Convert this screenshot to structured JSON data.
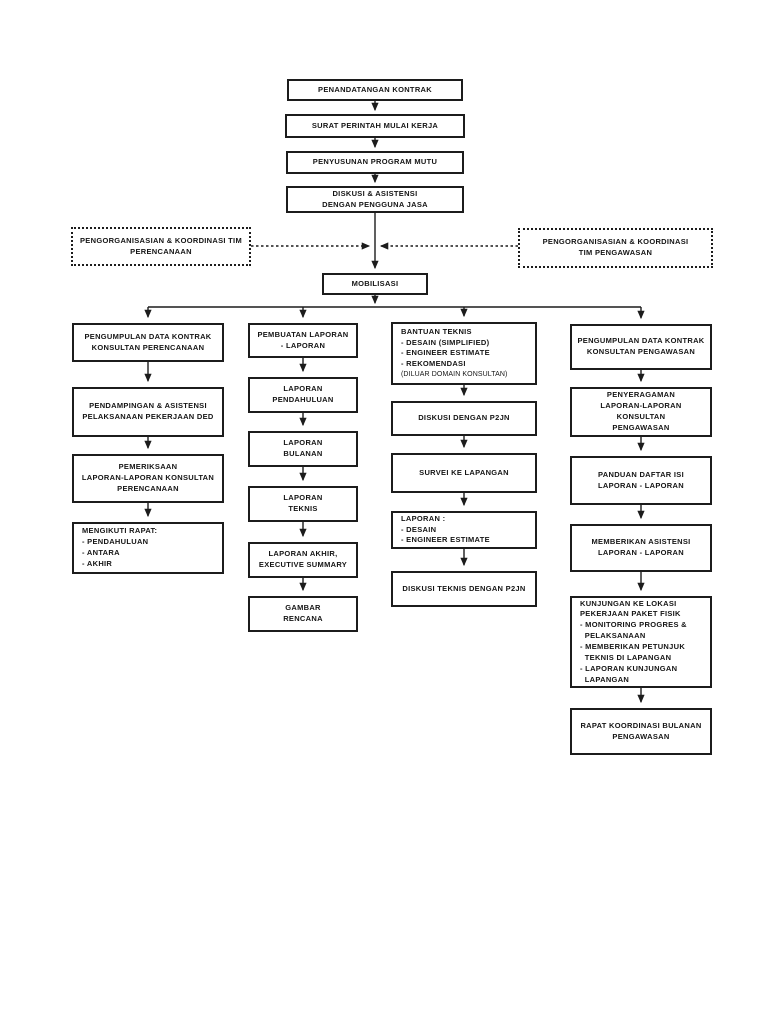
{
  "colors": {
    "ink": "#1c1c1c",
    "background": "#ffffff"
  },
  "nodes": {
    "contract_signing": {
      "label": "PENANDATANGAN KONTRAK"
    },
    "work_order": {
      "label": "SURAT PERINTAH MULAI KERJA"
    },
    "quality_program": {
      "label": "PENYUSUNAN PROGRAM MUTU"
    },
    "discussion": {
      "label": "DISKUSI & ASISTENSI\nDENGAN PENGGUNA JASA"
    },
    "org_planning": {
      "label": "PENGORGANISASIAN & KOORDINASI TIM\nPERENCANAAN"
    },
    "org_supervision": {
      "label": "PENGORGANISASIAN & KOORDINASI\nTIM PENGAWASAN"
    },
    "mobilization": {
      "label": "MOBILISASI"
    },
    "planning_col": {
      "data_contract": {
        "label": "PENGUMPULAN DATA KONTRAK\nKONSULTAN PERENCANAAN"
      },
      "assist_ded": {
        "label": "PENDAMPINGAN & ASISTENSI\nPELAKSANAAN PEKERJAAN DED"
      },
      "check_reports": {
        "label": "PEMERIKSAAN\nLAPORAN-LAPORAN KONSULTAN\nPERENCANAAN"
      },
      "meetings": {
        "label": "MENGIKUTI RAPAT:\n- PENDAHULUAN\n- ANTARA\n- AKHIR"
      }
    },
    "reports_col": {
      "making_reports": {
        "label": "PEMBUATAN LAPORAN\n- LAPORAN"
      },
      "preliminary": {
        "label": "LAPORAN\nPENDAHULUAN"
      },
      "monthly": {
        "label": "LAPORAN\nBULANAN"
      },
      "technical": {
        "label": "LAPORAN\nTEKNIS"
      },
      "final": {
        "label": "LAPORAN AKHIR,\nEXECUTIVE SUMMARY"
      },
      "drawings": {
        "label": "GAMBAR\nRENCANA"
      }
    },
    "technical_col": {
      "assistance": {
        "label": "BANTUAN TEKNIS\n- DESAIN (SIMPLIFIED)\n- ENGINEER ESTIMATE\n- REKOMENDASI",
        "note": "(DILUAR DOMAIN KONSULTAN)"
      },
      "discussion_p2jn": {
        "label": "DISKUSI DENGAN P2JN"
      },
      "survey": {
        "label": "SURVEI KE LAPANGAN"
      },
      "reports": {
        "label": "LAPORAN :\n- DESAIN\n- ENGINEER ESTIMATE"
      },
      "tech_discussion": {
        "label": "DISKUSI TEKNIS DENGAN P2JN"
      }
    },
    "supervision_col": {
      "data_contract": {
        "label": "PENGUMPULAN DATA KONTRAK\nKONSULTAN PENGAWASAN"
      },
      "standardization": {
        "label": "PENYERAGAMAN\nLAPORAN-LAPORAN KONSULTAN\nPENGAWASAN"
      },
      "toc_guide": {
        "label": "PANDUAN DAFTAR ISI\nLAPORAN - LAPORAN"
      },
      "report_assist": {
        "label": "MEMBERIKAN ASISTENSI\nLAPORAN - LAPORAN"
      },
      "site_visits": {
        "label": "KUNJUNGAN KE LOKASI\nPEKERJAAN PAKET FISIK\n- MONITORING PROGRES &\n  PELAKSANAAN\n- MEMBERIKAN PETUNJUK\n  TEKNIS DI LAPANGAN\n- LAPORAN KUNJUNGAN\n  LAPANGAN"
      },
      "monthly_meeting": {
        "label": "RAPAT KOORDINASI BULANAN\nPENGAWASAN"
      }
    }
  },
  "edges": [
    [
      "contract_signing",
      "work_order"
    ],
    [
      "work_order",
      "quality_program"
    ],
    [
      "quality_program",
      "discussion"
    ],
    [
      "discussion",
      "mobilization"
    ],
    [
      "org_planning",
      "main flow (dashed)"
    ],
    [
      "org_supervision",
      "main flow (dashed)"
    ],
    [
      "mobilization",
      "planning_col.data_contract"
    ],
    [
      "mobilization",
      "reports_col.making_reports"
    ],
    [
      "mobilization",
      "technical_col.assistance"
    ],
    [
      "mobilization",
      "supervision_col.data_contract"
    ],
    [
      "planning_col.data_contract",
      "planning_col.assist_ded"
    ],
    [
      "planning_col.assist_ded",
      "planning_col.check_reports"
    ],
    [
      "planning_col.check_reports",
      "planning_col.meetings"
    ],
    [
      "reports_col.making_reports",
      "reports_col.preliminary"
    ],
    [
      "reports_col.preliminary",
      "reports_col.monthly"
    ],
    [
      "reports_col.monthly",
      "reports_col.technical"
    ],
    [
      "reports_col.technical",
      "reports_col.final"
    ],
    [
      "reports_col.final",
      "reports_col.drawings"
    ],
    [
      "technical_col.assistance",
      "technical_col.discussion_p2jn"
    ],
    [
      "technical_col.discussion_p2jn",
      "technical_col.survey"
    ],
    [
      "technical_col.survey",
      "technical_col.reports"
    ],
    [
      "technical_col.reports",
      "technical_col.tech_discussion"
    ],
    [
      "supervision_col.data_contract",
      "supervision_col.standardization"
    ],
    [
      "supervision_col.standardization",
      "supervision_col.toc_guide"
    ],
    [
      "supervision_col.toc_guide",
      "supervision_col.report_assist"
    ],
    [
      "supervision_col.report_assist",
      "supervision_col.site_visits"
    ],
    [
      "supervision_col.site_visits",
      "supervision_col.monthly_meeting"
    ]
  ]
}
